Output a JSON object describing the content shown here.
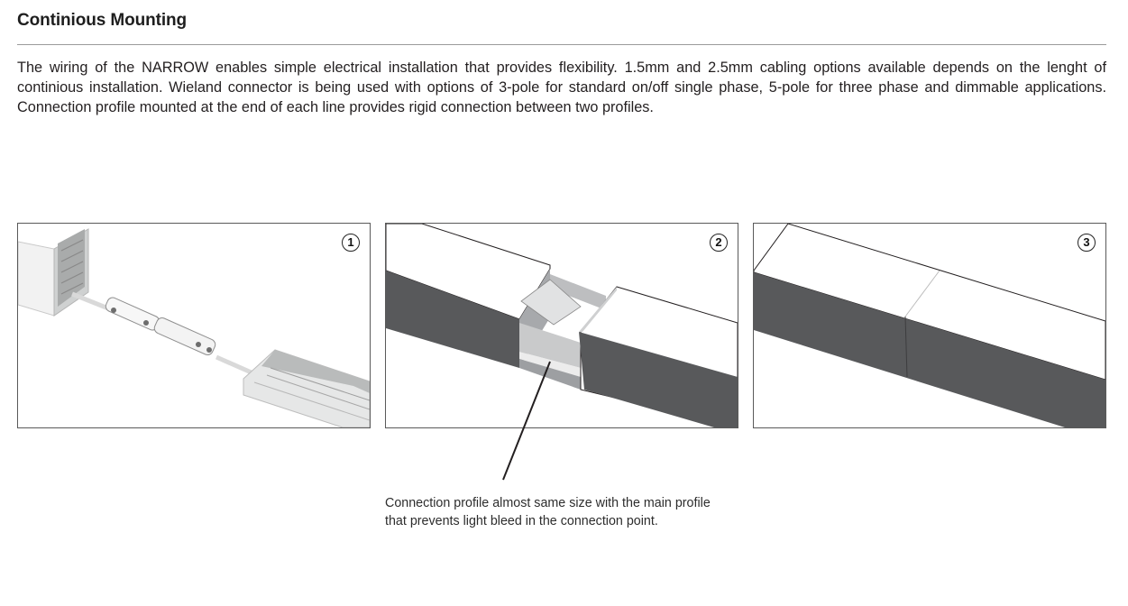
{
  "heading": "Continious Mounting",
  "description": "The wiring of the NARROW enables simple electrical installation that provides flexibility. 1.5mm and 2.5mm cabling options available depends on the lenght of continious installation. Wieland connector is being used with options of 3-pole for standard on/off single phase, 5-pole for three phase and dimmable applications. Connection profile mounted at the end of each line provides rigid connection between two profiles.",
  "panels": [
    {
      "number": "1",
      "illustration": "wieland-connector-between-profiles"
    },
    {
      "number": "2",
      "illustration": "connection-profile-inserted"
    },
    {
      "number": "3",
      "illustration": "joined-profiles"
    }
  ],
  "caption": {
    "line1": "Connection profile almost same size with the main profile",
    "line2": "that prevents light bleed in the connection point."
  },
  "colors": {
    "profile_dark": "#58595b",
    "profile_top": "#ffffff",
    "aluminium": "#d6d8d8",
    "line": "#231f20"
  }
}
